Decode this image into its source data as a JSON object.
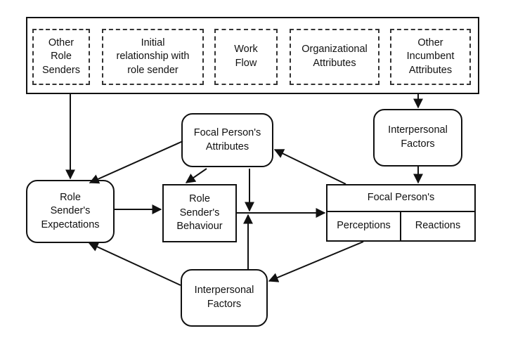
{
  "antecedents": {
    "other_role_senders": "Other\nRole\nSenders",
    "initial_relationship": "Initial\nrelationship with\nrole sender",
    "work_flow": "Work\nFlow",
    "organizational_attributes": "Organizational\nAttributes",
    "other_incumbent_attributes": "Other\nIncumbent\nAttributes"
  },
  "nodes": {
    "focal_person_attributes": "Focal Person's\nAttributes",
    "interpersonal_factors_top": "Interpersonal\nFactors",
    "role_sender_expectations": "Role\nSender's\nExpectations",
    "role_sender_behaviour": "Role\nSender's\nBehaviour",
    "focal_person_header": "Focal Person's",
    "perceptions": "Perceptions",
    "reactions": "Reactions",
    "interpersonal_factors_bottom": "Interpersonal\nFactors"
  },
  "colors": {
    "stroke": "#111111",
    "dashed_stroke": "#333333",
    "background": "#ffffff"
  }
}
